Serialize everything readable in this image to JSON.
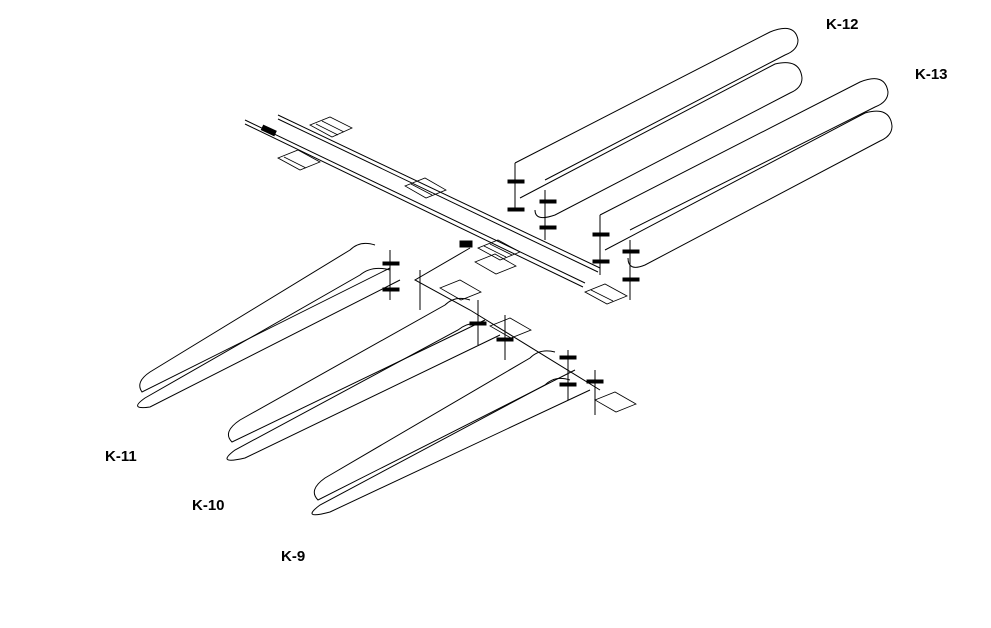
{
  "labels": {
    "k12": "K-12",
    "k13": "K-13",
    "k11": "K-11",
    "k10": "K-10",
    "k9": "K-9"
  },
  "colors": {
    "line": "#000000",
    "background": "#ffffff"
  }
}
